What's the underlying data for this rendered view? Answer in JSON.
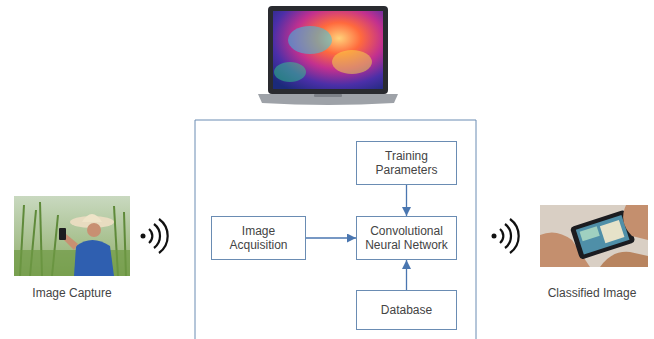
{
  "diagram": {
    "nodes": [
      {
        "text": [
          "Training Parameters"
        ]
      },
      {
        "text": [
          "Image Acquisition"
        ]
      },
      {
        "text": [
          "Convolutional Neural Network"
        ]
      },
      {
        "text": [
          "Database"
        ]
      }
    ],
    "edges": [
      {
        "from": 0,
        "to": 2,
        "arrow": "to"
      },
      {
        "from": 1,
        "to": 2,
        "arrow": "to"
      },
      {
        "from": 3,
        "to": 2,
        "arrow": "to"
      }
    ],
    "labels": [
      "Image Capture",
      "Classified Image"
    ]
  }
}
